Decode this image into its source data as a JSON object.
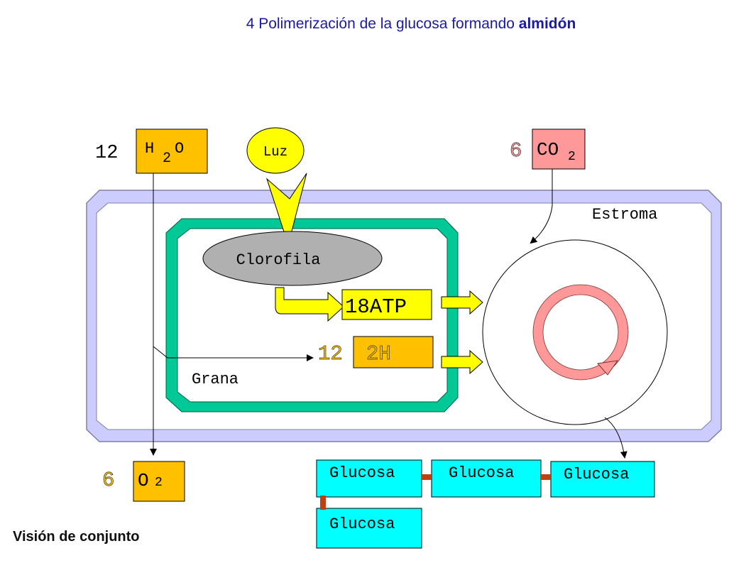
{
  "title": {
    "prefix": "4 Polimerización de la glucosa formando ",
    "emphasis": "almidón"
  },
  "footer": "Visión de conjunto",
  "inputs": {
    "water": {
      "coef": "12",
      "formula": "H",
      "sub": "2",
      "suffix": "O"
    },
    "light": "Luz",
    "co2": {
      "coef": "6",
      "formula": "CO",
      "sub": "2"
    }
  },
  "outputs": {
    "o2": {
      "coef": "6",
      "formula": "O",
      "sub": "2"
    }
  },
  "labels": {
    "stroma": "Estroma",
    "grana": "Grana",
    "chlorophyll": "Clorofila"
  },
  "products": {
    "atp": "18ATP",
    "h_coef": "12",
    "h": "2H"
  },
  "glucose": [
    "Glucosa",
    "Glucosa",
    "Glucosa",
    "Glucosa"
  ],
  "colors": {
    "title": "#1a1aa6",
    "water_box": "#ffc000",
    "co2_box": "#ff9999",
    "luz": "#ffff00",
    "chloroplast": "#ccccff",
    "grana": "#00c896",
    "chlorophyll": "#b0b0b0",
    "atp_box": "#ffff00",
    "h_box": "#ffc000",
    "glucose_box": "#00ffff",
    "calvin_ring": "#ff9999",
    "bond": "#c04010"
  }
}
